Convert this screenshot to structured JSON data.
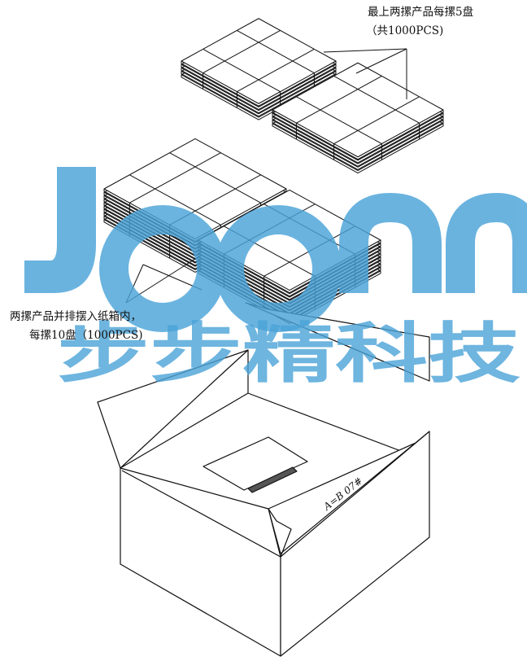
{
  "annotations": {
    "top_label_line1": "最上两摞产品每摞5盘",
    "top_label_line2": "（共1000PCS)",
    "mid_label_line1": "两摞产品并排摆入纸箱内，",
    "mid_label_line2": "每摞10盘（1000PCS)"
  },
  "box_marking": "A=B 07#",
  "watermark": {
    "brand_text": "Joonn",
    "cn_text": "步步精科技",
    "color": "#4aa3d8"
  },
  "icons": [
    "tray-stack-upper",
    "tray-stack-lower",
    "carton-box"
  ]
}
